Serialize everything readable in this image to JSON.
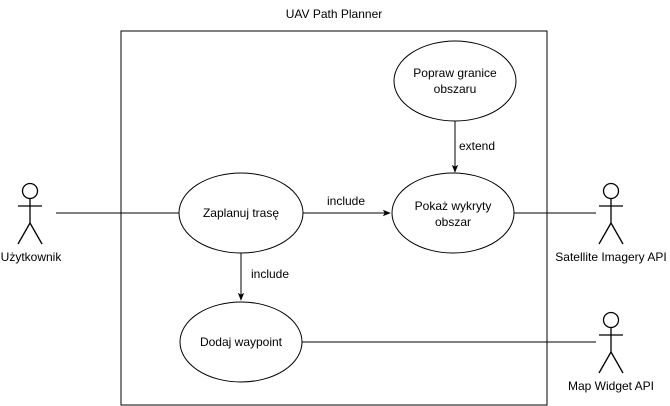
{
  "system": {
    "title": "UAV Path Planner"
  },
  "use_cases": {
    "popraw_granice": {
      "line1": "Popraw granice",
      "line2": "obszaru"
    },
    "zaplanuj_trase": {
      "label": "Zaplanuj trasę"
    },
    "pokaz_wykryty": {
      "line1": "Pokaż wykryty",
      "line2": "obszar"
    },
    "dodaj_waypoint": {
      "label": "Dodaj waypoint"
    }
  },
  "actors": {
    "uzytkownik": {
      "label": "Użytkownik"
    },
    "satellite": {
      "label": "Satellite Imagery API"
    },
    "map_widget": {
      "label": "Map Widget API"
    }
  },
  "relations": {
    "include_pokaz": "include",
    "include_dodaj": "include",
    "extend_popraw": "extend"
  }
}
